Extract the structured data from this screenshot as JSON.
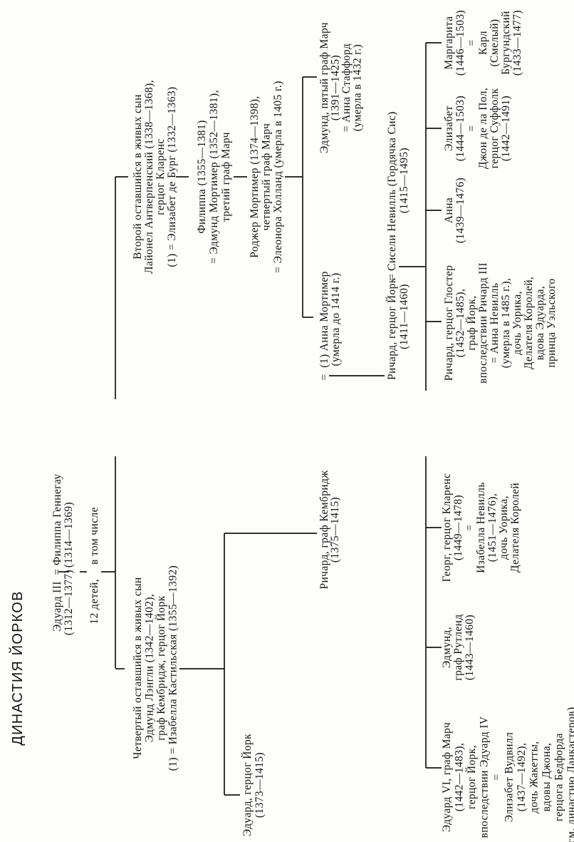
{
  "title": "ДИНАСТИЯ ЙОРКОВ",
  "root": {
    "husband": "Эдуард III",
    "husband_dates": "(1312—1377)",
    "marriage_sign": "=",
    "wife": "Филиппа Геннегау",
    "wife_dates": "(1314—1369)",
    "children_note_1": "12 детей,",
    "children_note_2": "в том числе"
  },
  "lionel": {
    "lines": [
      "Второй оставшийся в живых сын",
      "Лайонел Антверпенский (1338—1368),",
      "герцог Кларенс",
      "(1) = Элизабет де Бург (1332—1363)"
    ]
  },
  "philippa": {
    "lines": [
      "Филиппа (1355—1381)",
      "= Эдмунд Мортимер (1352—1381),",
      "третий граф Марч"
    ]
  },
  "roger": {
    "lines": [
      "Роджер Мортимер (1374—1398),",
      "четвертый граф Марч",
      "= Элеонора Холланд (умерла в 1405 г.)"
    ]
  },
  "edmund_march": {
    "lines": [
      "Эдмунд, пятый граф Марч",
      "(1391—1425)",
      "= Анна Стаффорд",
      "(умерла в 1432 г.)"
    ]
  },
  "anne_mortimer": {
    "sign": "=",
    "lines": [
      "(1) Анна Мортимер",
      "(умерла до 1414 г.)"
    ]
  },
  "richard_york": {
    "name": "Ричард, герцог Йорк",
    "dates": "(1411—1460)",
    "sign": "=",
    "wife": "Сисели Невилль (Гордячка Сис)",
    "wife_dates": "(1415—1495)"
  },
  "edmund_langley": {
    "lines": [
      "Четвертый оставшийся в живых сын",
      "Эдмунд Лэнгли (1342—1402),",
      "граф Кембридж, герцог Йорк",
      "(1) = Изабелла Кастильская (1355—1392)"
    ]
  },
  "richard_cambridge": {
    "lines": [
      "Ричард, граф Кембридж",
      "(1375—1415)"
    ]
  },
  "edward_york": {
    "lines": [
      "Эдуард, герцог Йорк",
      "(1373—1415)"
    ]
  },
  "children_right": [
    {
      "lines": [
        "Маргарита",
        "(1446—1503)",
        "=",
        "Карл",
        "(Смелый)",
        "Бургундский",
        "(1433—1477)"
      ]
    },
    {
      "lines": [
        "Элизабет",
        "(1444—1503)",
        "=",
        "Джон де ла Пол,",
        "герцог Суффолк",
        "(1442—1491)"
      ]
    },
    {
      "lines": [
        "Анна",
        "(1439—1476)"
      ]
    },
    {
      "lines": [
        "Ричард, герцог Глостер",
        "(1452—1485),",
        "граф Йорк,",
        "впоследствии Ричард III",
        "= Анна Невилль",
        "(умерла в 1485 г.),",
        "дочь Уорика,",
        "Делателя Королей,",
        "вдова Эдуарда,",
        "принца Уэльского"
      ]
    }
  ],
  "children_left": [
    {
      "lines": [
        "Эдуард VI, граф Марч",
        "(1442—1483),",
        "герцог Йорк,",
        "впоследствии Эдуард IV",
        "=",
        "Элизабет Вудвилл",
        "(1437—1492),",
        "дочь Жакетты,",
        "вдовы Джона,",
        "герцога Бедфорда",
        "(см. династию Ланкастеров)"
      ]
    },
    {
      "lines": [
        "Эдмунд,",
        "граф Рутленд",
        "(1443—1460)"
      ]
    },
    {
      "lines": [
        "Георг, герцог Кларенс",
        "(1449—1478)",
        "=",
        "Изабелла Невилль",
        "(1451—1476),",
        "дочь Уорика,",
        "Делателя Королей"
      ]
    }
  ]
}
